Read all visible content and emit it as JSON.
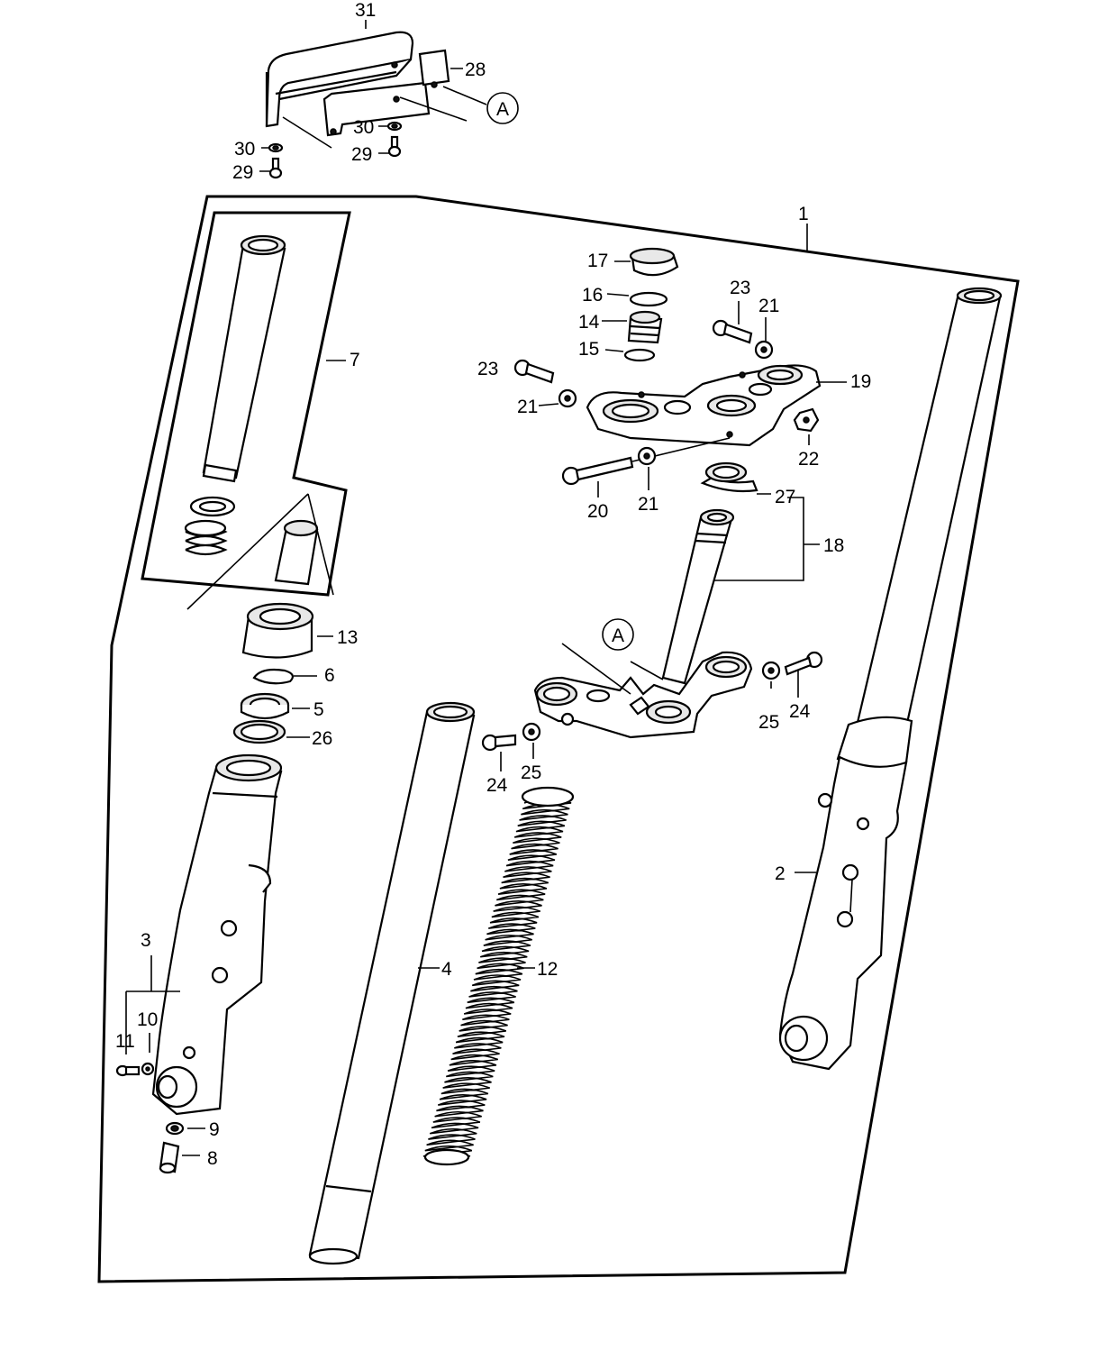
{
  "callouts": {
    "p1": "1",
    "p2": "2",
    "p3": "3",
    "p4": "4",
    "p5": "5",
    "p6": "6",
    "p7": "7",
    "p8": "8",
    "p9": "9",
    "p10": "10",
    "p11": "11",
    "p12": "12",
    "p13": "13",
    "p14": "14",
    "p15": "15",
    "p16": "16",
    "p17": "17",
    "p18": "18",
    "p19": "19",
    "p20": "20",
    "p21a": "21",
    "p21b": "21",
    "p21c": "21",
    "p22": "22",
    "p23a": "23",
    "p23b": "23",
    "p24a": "24",
    "p24b": "24",
    "p25a": "25",
    "p25b": "25",
    "p26": "26",
    "p27": "27",
    "p28": "28",
    "p29a": "29",
    "p29b": "29",
    "p30a": "30",
    "p30b": "30",
    "p31": "31"
  },
  "reference_markers": {
    "top": "A",
    "bottom": "A"
  }
}
